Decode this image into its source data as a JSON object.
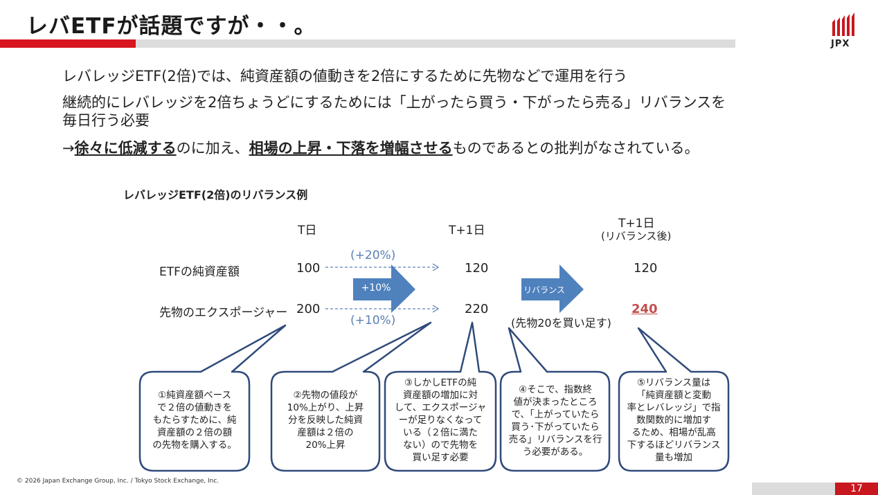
{
  "header": {
    "title": "レバETFが話題ですが・・。",
    "logo_text": "JPX"
  },
  "body": {
    "line1": "レバレッジETF(2倍)では、純資産額の値動きを2倍にするために先物などで運用を行う",
    "line2a": "継続的にレバレッジを2倍ちょうどにするためには「上がったら買う・下がったら売る」リバランスを",
    "line2b": "毎日行う必要",
    "line3_prefix": "→",
    "line3_bold1": "徐々に低減する",
    "line3_mid": "のに加え、",
    "line3_bold2": "相場の上昇・下落を増幅させる",
    "line3_suffix": "ものであるとの批判がなされている。"
  },
  "diagram": {
    "subtitle": "レバレッジETF(2倍)のリバランス例",
    "col_t": "T日",
    "col_t1": "T+1日",
    "col_t1r_1": "T+1日",
    "col_t1r_2": "(リバランス後)",
    "row_nav": "ETFの純資産額",
    "row_exp": "先物のエクスポージャー",
    "nav_t": "100",
    "nav_t1": "120",
    "nav_t1r": "120",
    "exp_t": "200",
    "exp_t1": "220",
    "exp_t1r": "240",
    "pct_nav": "(+20%)",
    "pct_exp": "(+10%)",
    "arrow1": "+10%",
    "arrow2": "リバランス",
    "buy_note": "(先物20を買い足す)",
    "bubbles": [
      "①純資産額ベース\nで２倍の値動きを\nもたらすために、純\n資産額の２倍の額\nの先物を購入する。",
      "②先物の値段が\n10%上がり、上昇\n分を反映した純資\n産額は２倍の\n20%上昇",
      "③しかしETFの純\n資産額の増加に対\nして、エクスポージャ\nーが足りなくなって\nいる（２倍に満た\nない）ので先物を\n買い足す必要",
      "④そこで、指数終\n値が決まったところ\nで、「上がっていたら\n買う･下がっていたら\n売る」リバランスを行\nう必要がある。",
      "⑤リバランス量は\n「純資産額と変動\n率とレバレッジ」で指\n数関数的に増加す\nるため、相場が乱高\n下するほどリバランス\n量も増加"
    ]
  },
  "footer": {
    "copyright": "© 2026 Japan Exchange Group, Inc. / Tokyo Stock Exchange, Inc.",
    "page": "17"
  },
  "colors": {
    "accent_red": "#d7161f",
    "arrow_blue": "#4f81bd",
    "pct_blue": "#5a7fb5",
    "highlight_red": "#c0504d",
    "bubble_border": "#2f4a7a"
  }
}
